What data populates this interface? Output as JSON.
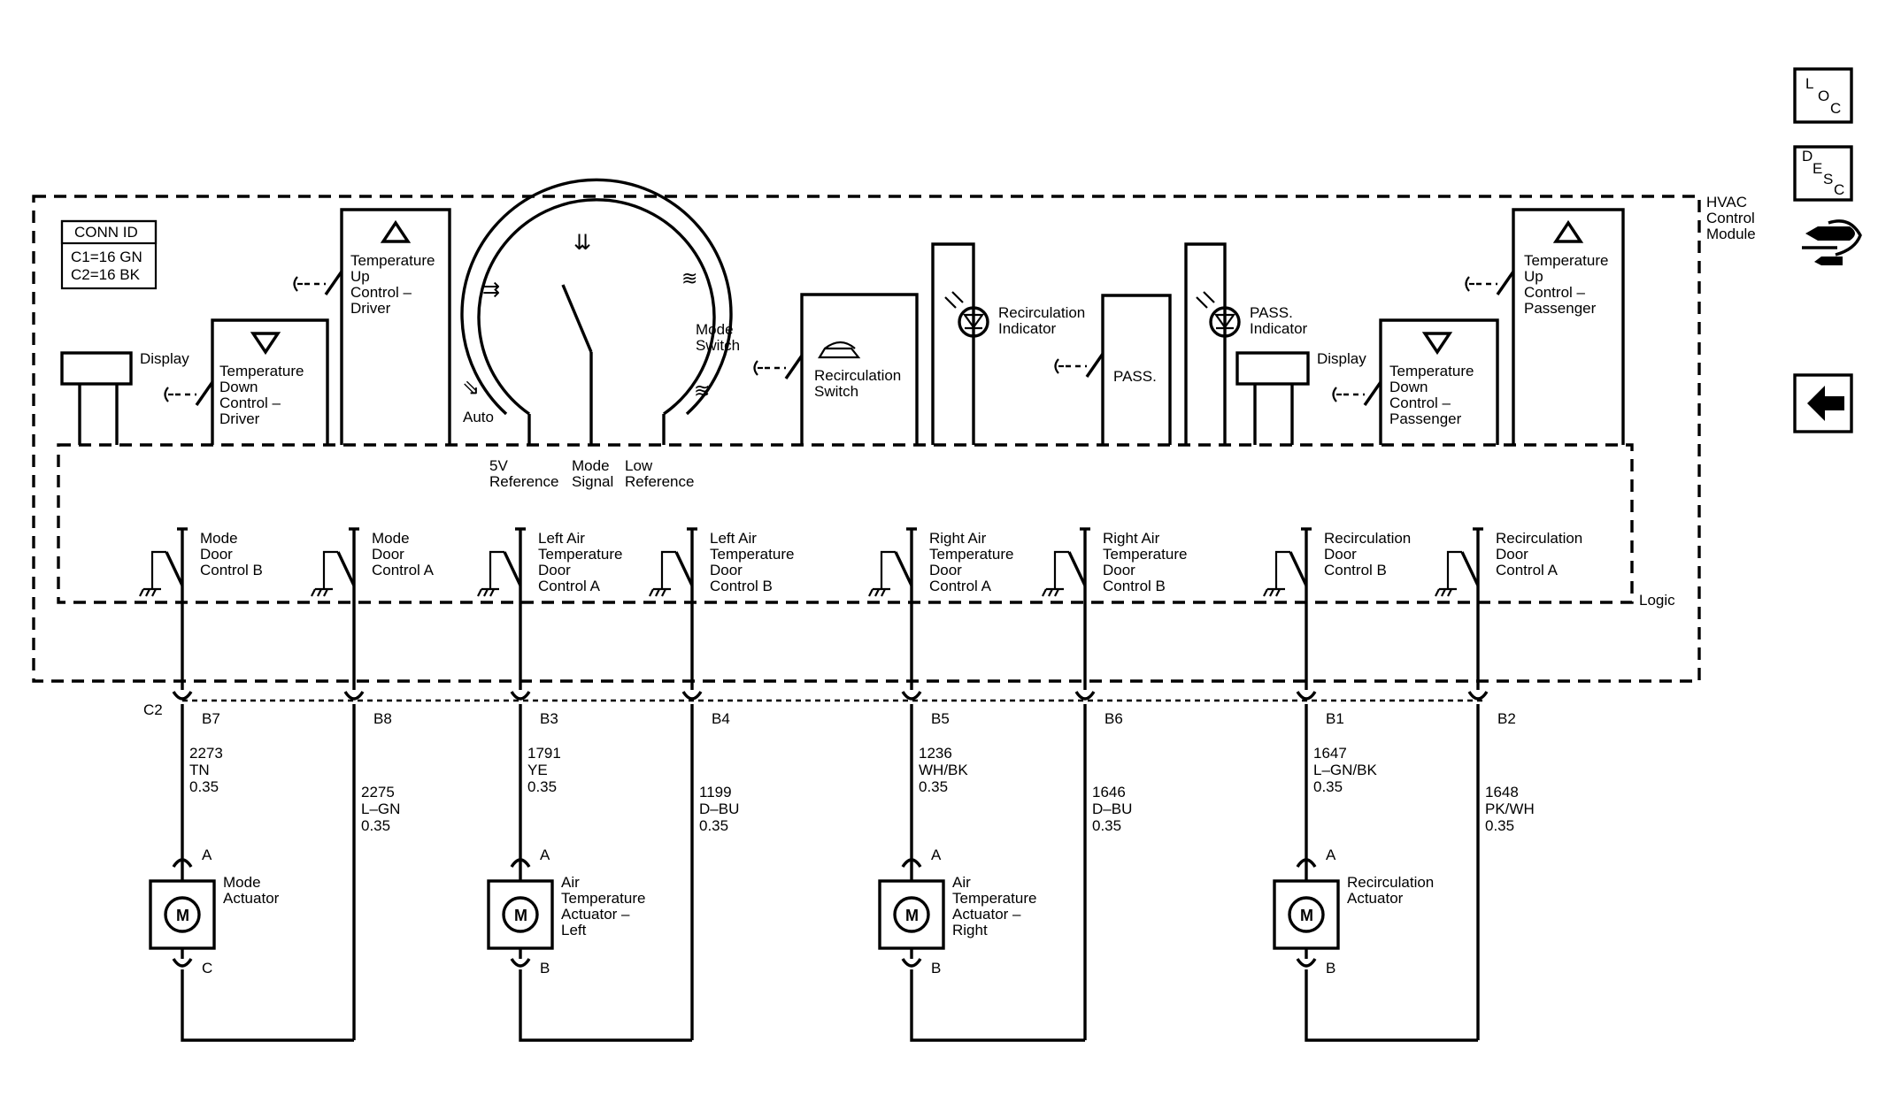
{
  "module": {
    "title_lines": [
      "HVAC",
      "Control",
      "Module"
    ],
    "logic_label": "Logic"
  },
  "conn_id": {
    "title": "CONN ID",
    "lines": [
      "C1=16 GN",
      "C2=16 BK"
    ]
  },
  "top_components": {
    "display_left": "Display",
    "temp_down_driver": [
      "Temperature",
      "Down",
      "Control –",
      "Driver"
    ],
    "temp_up_driver": [
      "Temperature",
      "Up",
      "Control –",
      "Driver"
    ],
    "auto": "Auto",
    "mode_switch": [
      "Mode",
      "Switch"
    ],
    "mode_terminals": {
      "ref5v": [
        "5V",
        "Reference"
      ],
      "signal": [
        "Mode",
        "Signal"
      ],
      "lowref": [
        "Low",
        "Reference"
      ]
    },
    "recirc_switch": [
      "Recirculation",
      "Switch"
    ],
    "recirc_indicator": [
      "Recirculation",
      "Indicator"
    ],
    "pass_switch": "PASS.",
    "pass_indicator": [
      "PASS.",
      "Indicator"
    ],
    "display_right": "Display",
    "temp_down_pass": [
      "Temperature",
      "Down",
      "Control –",
      "Passenger"
    ],
    "temp_up_pass": [
      "Temperature",
      "Up",
      "Control –",
      "Passenger"
    ]
  },
  "logic_switches": [
    [
      "Mode",
      "Door",
      "Control B"
    ],
    [
      "Mode",
      "Door",
      "Control A"
    ],
    [
      "Left Air",
      "Temperature",
      "Door",
      "Control A"
    ],
    [
      "Left Air",
      "Temperature",
      "Door",
      "Control B"
    ],
    [
      "Right Air",
      "Temperature",
      "Door",
      "Control A"
    ],
    [
      "Right Air",
      "Temperature",
      "Door",
      "Control B"
    ],
    [
      "Recirculation",
      "Door",
      "Control B"
    ],
    [
      "Recirculation",
      "Door",
      "Control A"
    ]
  ],
  "connector": {
    "label": "C2",
    "pins": [
      "B7",
      "B8",
      "B3",
      "B4",
      "B5",
      "B6",
      "B1",
      "B2"
    ]
  },
  "wires": [
    [
      "2273",
      "TN",
      "0.35"
    ],
    [
      "2275",
      "L–GN",
      "0.35"
    ],
    [
      "1791",
      "YE",
      "0.35"
    ],
    [
      "1199",
      "D–BU",
      "0.35"
    ],
    [
      "1236",
      "WH/BK",
      "0.35"
    ],
    [
      "1646",
      "D–BU",
      "0.35"
    ],
    [
      "1647",
      "L–GN/BK",
      "0.35"
    ],
    [
      "1648",
      "PK/WH",
      "0.35"
    ]
  ],
  "actuators": [
    {
      "name": [
        "Mode",
        "Actuator"
      ],
      "top_pin": "A",
      "bottom_pin": "C"
    },
    {
      "name": [
        "Air",
        "Temperature",
        "Actuator –",
        "Left"
      ],
      "top_pin": "A",
      "bottom_pin": "B"
    },
    {
      "name": [
        "Air",
        "Temperature",
        "Actuator –",
        "Right"
      ],
      "top_pin": "A",
      "bottom_pin": "B"
    },
    {
      "name": [
        "Recirculation",
        "Actuator"
      ],
      "top_pin": "A",
      "bottom_pin": "B"
    }
  ],
  "motor_symbol": "M",
  "nav_buttons": {
    "loc": [
      "L",
      "O",
      "C"
    ],
    "desc": [
      "D",
      "E",
      "S",
      "C"
    ]
  },
  "icons": {
    "connector_nav": "connector-nav-icon",
    "back": "back-arrow-icon"
  }
}
